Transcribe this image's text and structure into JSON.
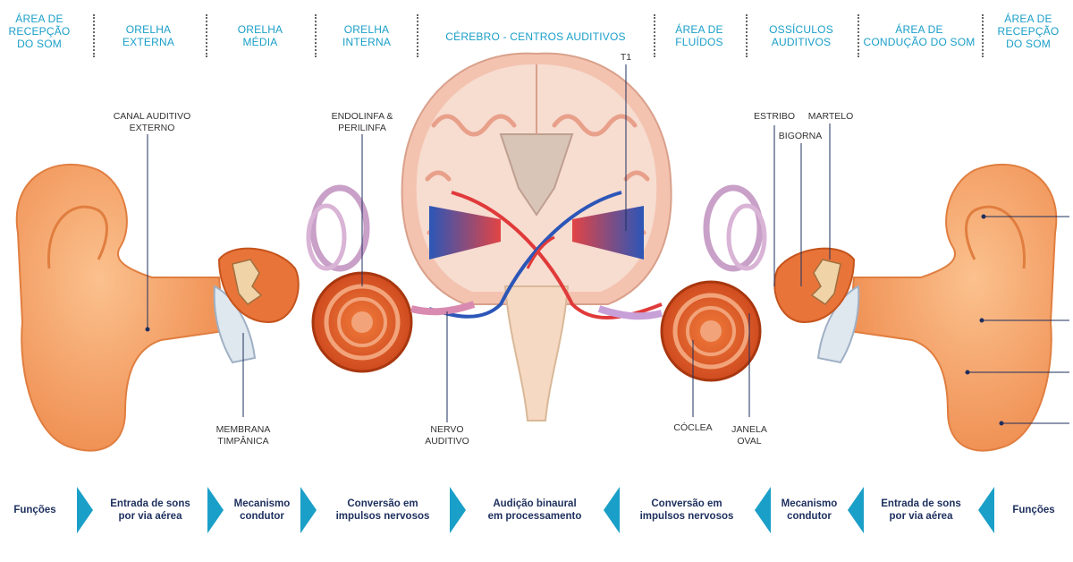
{
  "header": {
    "areas": [
      "Área de\nrecepção\ndo som",
      "Orelha\nexterna",
      "Orelha\nmédia",
      "Orelha\ninterna",
      "Cérebro - centros auditivos",
      "Área de\nfluídos",
      "Ossículos\nauditivos",
      "Área de\ncondução do som",
      "Área de\nrecepção\ndo som"
    ]
  },
  "labels": {
    "canal": "Canal auditivo\nexterno",
    "endolinfa": "Endolinfa &\nperilinfa",
    "t1": "T1",
    "estribo": "Estribo",
    "martelo": "Martelo",
    "bigorna": "Bigorna",
    "membrana": "Membrana\ntimpânica",
    "nervo": "Nervo\nauditivo",
    "coclea": "Cóclea",
    "janela": "Janela\noval"
  },
  "footer": {
    "items": [
      "Funções",
      "Entrada de sons\npor via aérea",
      "Mecanismo\ncondutor",
      "Conversão em\nimpulsos nervosos",
      "Audição binaural\nem processamento",
      "Conversão em\nimpulsos nervosos",
      "Mecanismo\ncondutor",
      "Entrada de sons\npor via aérea",
      "Funções"
    ]
  },
  "colors": {
    "accent": "#1a9fc8",
    "navy": "#1d2f5e",
    "skin": "#f4a46b",
    "cochlea": "#e2561e"
  }
}
